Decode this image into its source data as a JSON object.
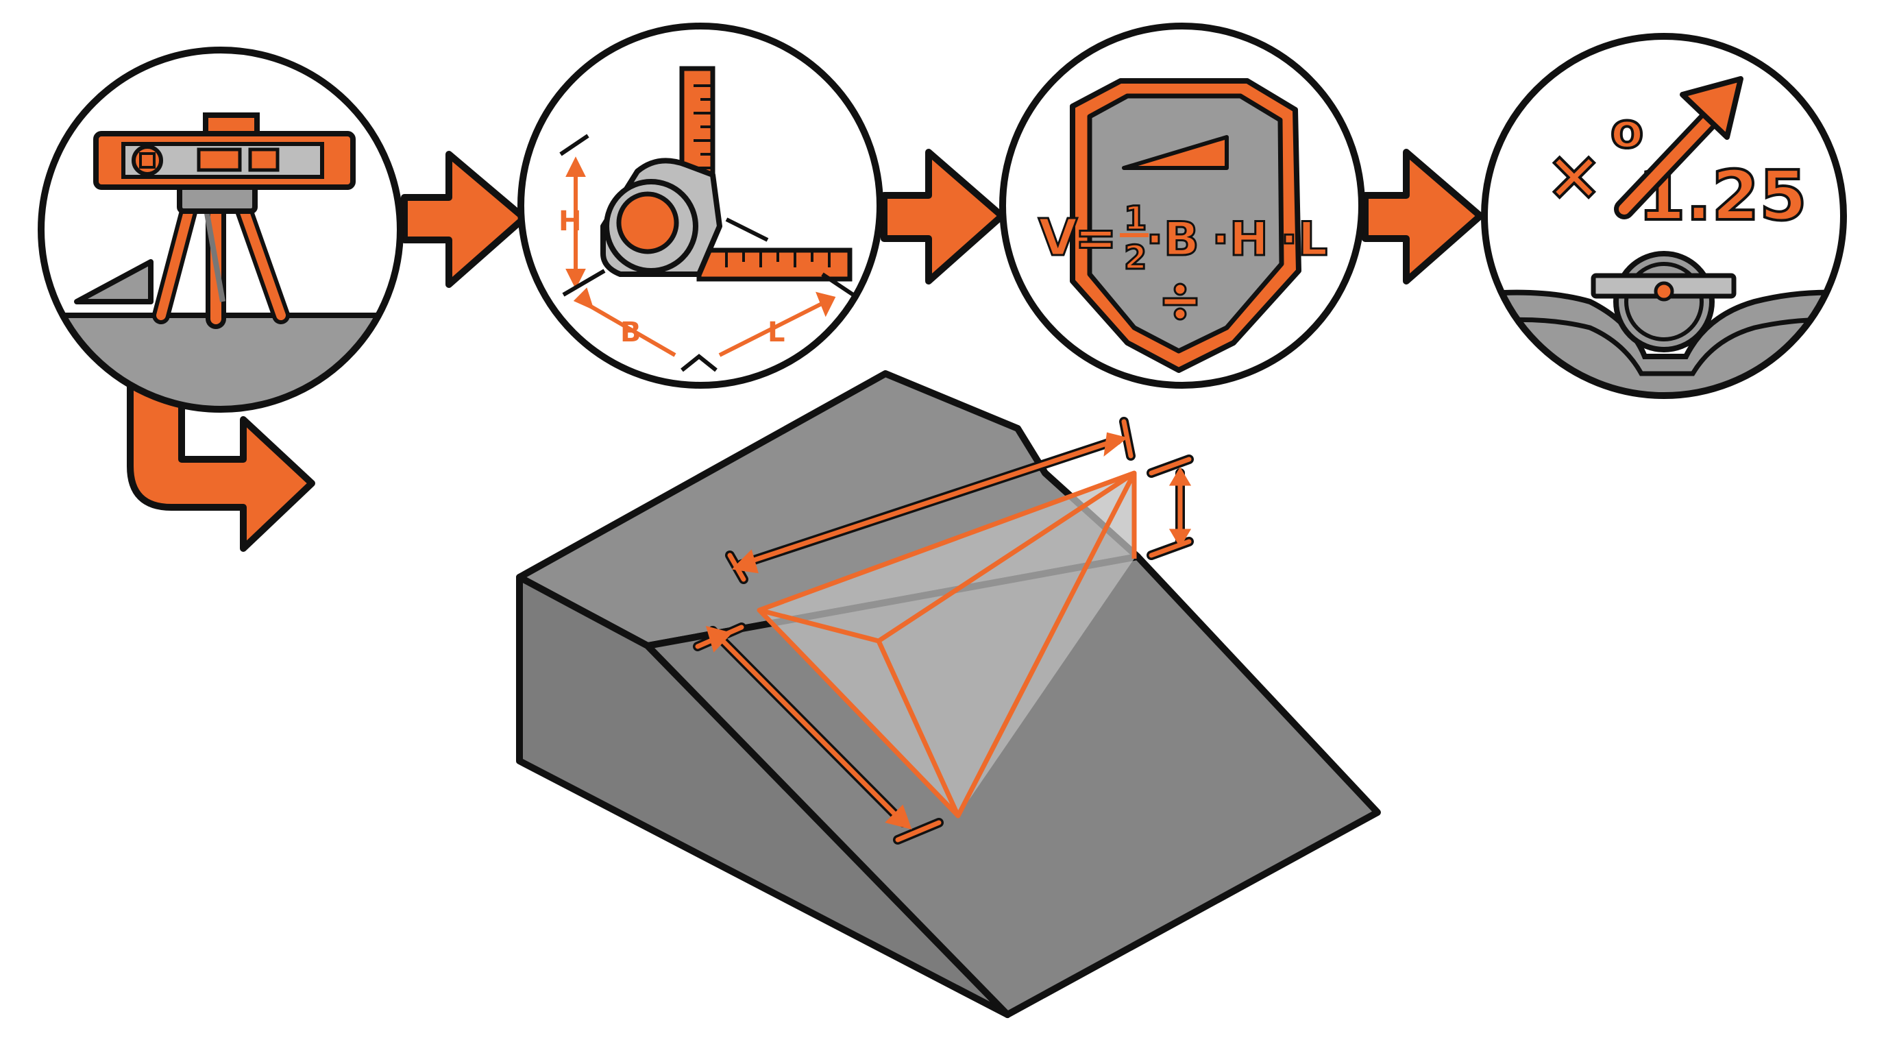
{
  "colors": {
    "accent": "#ee6a2b",
    "outline": "#111111",
    "gray_light": "#bdbdbd",
    "gray_mid": "#9a9a9a",
    "gray_dark": "#7f7f7f",
    "background": "#ffffff"
  },
  "steps": [
    {
      "id": "level",
      "icons": [
        "laser-level-icon",
        "tripod-icon",
        "slope-wedge-icon"
      ]
    },
    {
      "id": "measure",
      "icons": [
        "tape-measure-icon",
        "carpenter-square-icon"
      ],
      "labels": {
        "h": "H",
        "b": "B",
        "l": "L"
      }
    },
    {
      "id": "formula",
      "icons": [
        "shield-badge-icon",
        "divide-icon"
      ],
      "formula": {
        "v": "V",
        "eq": "=",
        "num": "1",
        "den": "2",
        "b": "·B",
        "h": "·H",
        "l": "·L"
      }
    },
    {
      "id": "factor",
      "icons": [
        "multiply-icon",
        "trend-arrow-icon",
        "compactor-roller-icon"
      ],
      "multiply": "×",
      "superscript": "o",
      "factor": "1.25"
    }
  ],
  "main_illustration": {
    "icons": [
      "wedge-block-icon",
      "pyramid-volume-icon",
      "dimension-arrow-icon"
    ]
  }
}
